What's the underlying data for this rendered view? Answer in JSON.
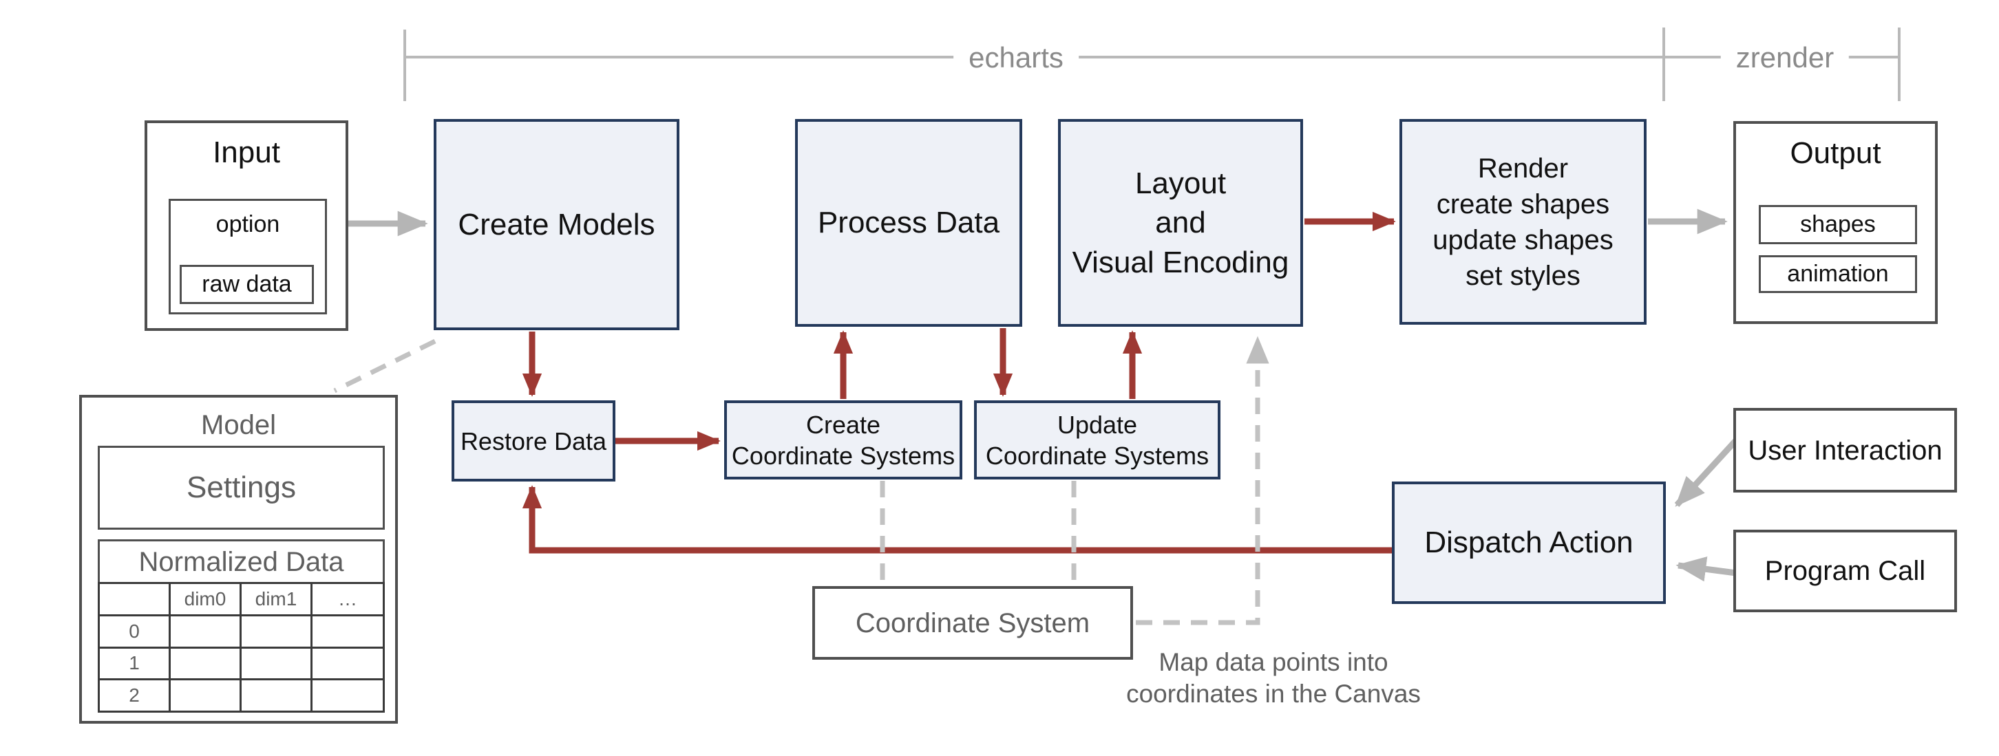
{
  "brackets": {
    "echarts_label": "echarts",
    "zrender_label": "zrender"
  },
  "colors": {
    "arrow_maroon": "#9e3933",
    "box_border_navy": "#24395b",
    "box_fill_blue": "#eef1f7",
    "arrow_gray": "#b5b5b5",
    "dash_gray": "#c2c2c2",
    "box_border_gray": "#4f4f4f"
  },
  "boxes": {
    "input": {
      "title": "Input",
      "option": "option",
      "raw_data": "raw data"
    },
    "create_models": {
      "label": "Create Models"
    },
    "process_data": {
      "label": "Process Data"
    },
    "layout": {
      "line1": "Layout",
      "line2": "and",
      "line3": "Visual Encoding"
    },
    "render": {
      "line1": "Render",
      "line2": "create shapes",
      "line3": "update shapes",
      "line4": "set styles"
    },
    "output": {
      "title": "Output",
      "shapes": "shapes",
      "animation": "animation"
    },
    "restore_data": {
      "label": "Restore Data"
    },
    "create_coordinate_systems": {
      "line1": "Create",
      "line2": "Coordinate Systems"
    },
    "update_coordinate_systems": {
      "line1": "Update",
      "line2": "Coordinate Systems"
    },
    "coordinate_system": {
      "label": "Coordinate System"
    },
    "dispatch_action": {
      "label": "Dispatch Action"
    },
    "user_interaction": {
      "label": "User Interaction"
    },
    "program_call": {
      "label": "Program Call"
    }
  },
  "model": {
    "title": "Model",
    "settings": "Settings",
    "normalized_data": "Normalized Data",
    "table": {
      "headers": [
        "",
        "dim0",
        "dim1",
        "…"
      ],
      "rows": [
        "0",
        "1",
        "2"
      ]
    }
  },
  "annotation": {
    "line1": "Map data points into",
    "line2": "coordinates in the Canvas"
  }
}
